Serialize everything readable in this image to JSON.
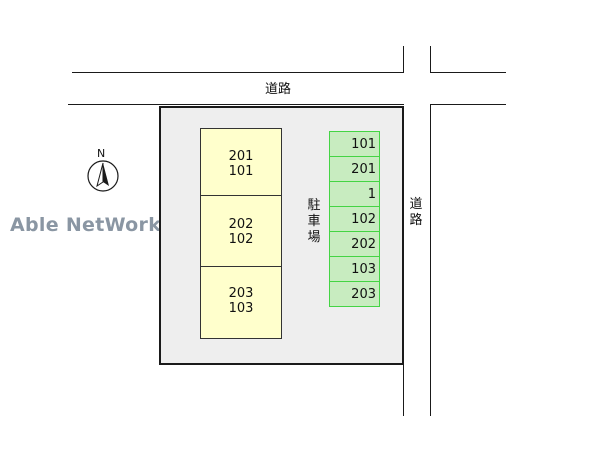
{
  "roads": {
    "top_label": "道路",
    "right_label": "道路"
  },
  "compass": {
    "letter": "N",
    "icon": "north-arrow-icon"
  },
  "watermark": "Able NetWork",
  "parking_label": "駐車場",
  "buildings": [
    {
      "units": [
        "201",
        "101"
      ]
    },
    {
      "units": [
        "202",
        "102"
      ]
    },
    {
      "units": [
        "203",
        "103"
      ]
    }
  ],
  "parking_spaces": [
    "101",
    "201",
    "1",
    "102",
    "202",
    "103",
    "203"
  ],
  "colors": {
    "building_fill": "#ffffcc",
    "parking_fill": "#c8ecc0",
    "parking_border": "#44d444",
    "lot_fill": "#eeeeee",
    "watermark": "#8a96a3"
  }
}
